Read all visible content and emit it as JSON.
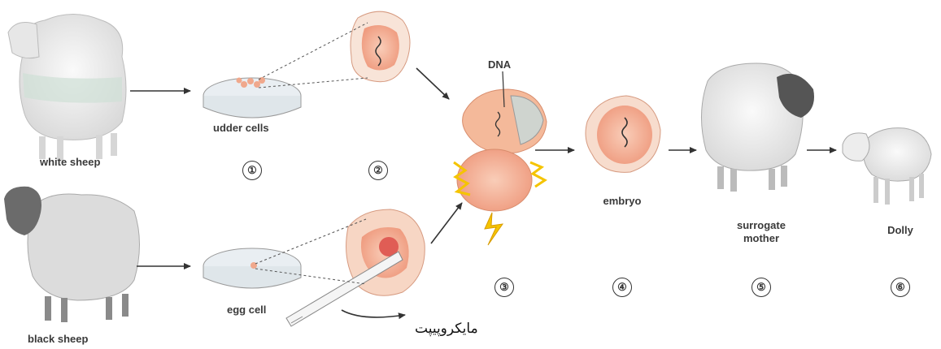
{
  "labels": {
    "white_sheep": "white sheep",
    "black_sheep": "black sheep",
    "udder_cells": "udder cells",
    "egg_cell": "egg cell",
    "dna": "DNA",
    "embryo": "embryo",
    "surrogate_mother_1": "surrogate",
    "surrogate_mother_2": "mother",
    "dolly": "Dolly",
    "micropipette_fa": "مایکروپیپت"
  },
  "steps": [
    "①",
    "②",
    "③",
    "④",
    "⑤",
    "⑥"
  ],
  "icons": [
    "white-sheep-icon",
    "black-sheep-icon",
    "petri-dish-icon",
    "udder-cell-icon",
    "egg-cell-icon",
    "micropipette-icon",
    "fused-cell-icon",
    "electric-spark-icon",
    "embryo-icon",
    "surrogate-sheep-icon",
    "lamb-icon",
    "arrow-icon"
  ],
  "colors": {
    "cell_pink": "#f3a98a",
    "cell_light": "#f8d2c0",
    "spark_yellow": "#f5c400",
    "text": "#3a3a3a"
  }
}
